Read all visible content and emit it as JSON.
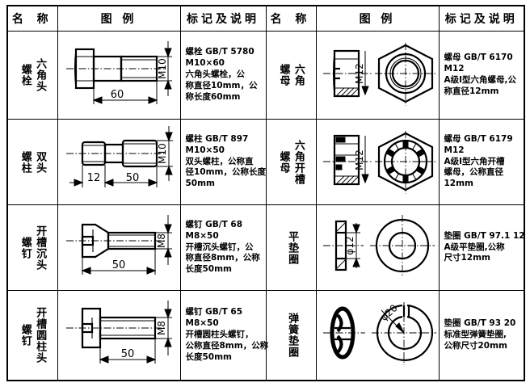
{
  "table": {
    "headers": {
      "name": "名 称",
      "figure": "图    例",
      "mark": "标记及说明"
    },
    "left_column": [
      {
        "name_col1": "六角头",
        "name_col2": "螺栓",
        "figure": {
          "type": "hex-head-bolt",
          "length_dim": "60",
          "thread_dim": "M10"
        },
        "mark_lines": [
          "螺栓 GB/T 5780",
          "M10×60",
          "六角头螺栓，公",
          "称直径10mm，公",
          "称长度60mm"
        ]
      },
      {
        "name_col1": "双头",
        "name_col2": "螺柱",
        "figure": {
          "type": "double-end-stud",
          "length_dim_1": "12",
          "length_dim_2": "50",
          "thread_dim": "M10"
        },
        "mark_lines": [
          "螺柱 GB/T 897",
          "M10×50",
          "双头螺柱，公称直",
          "径10mm，公称长度",
          "50mm"
        ]
      },
      {
        "name_col1": "开槽沉头",
        "name_col2": "螺钉",
        "figure": {
          "type": "slotted-countersunk-screw",
          "length_dim": "50",
          "thread_dim": "M8"
        },
        "mark_lines": [
          "螺钉 GB/T 68",
          "M8×50",
          "开槽沉头螺钉，公",
          "称直径8mm，公称",
          "长度50mm"
        ]
      },
      {
        "name_col1": "开槽圆柱头",
        "name_col2": "螺钉",
        "figure": {
          "type": "slotted-cheese-head-screw",
          "length_dim": "50",
          "thread_dim": "M8"
        },
        "mark_lines": [
          "螺钉 GB/T 65",
          "M8×50",
          "开槽圆柱头螺钉，",
          "公称直径8mm，公称",
          "长度50mm"
        ]
      }
    ],
    "right_column": [
      {
        "name_col1": "六角",
        "name_col2": "螺母",
        "figure": {
          "type": "hex-nut",
          "thread_dim": "M12"
        },
        "mark_lines": [
          "螺母 GB/T 6170",
          "M12",
          "A级I型六角螺母,公",
          "称直径12mm"
        ]
      },
      {
        "name_col1": "六角开槽",
        "name_col2": "螺母",
        "figure": {
          "type": "hex-slotted-nut",
          "thread_dim": "M12"
        },
        "mark_lines": [
          "螺母 GB/T 6179",
          "M12",
          "A级I型六角开槽",
          "螺母，公称直径",
          "12mm"
        ]
      },
      {
        "name_col1": "平垫圈",
        "name_col2": "",
        "figure": {
          "type": "plain-washer",
          "diameter_dim": "φ12"
        },
        "mark_lines": [
          "垫圈 GB/T 97.1 12",
          "A级平垫圈,公称",
          "尺寸12mm"
        ]
      },
      {
        "name_col1": "弹簧垫圈",
        "name_col2": "",
        "figure": {
          "type": "spring-washer",
          "diameter_dim": "φ20"
        },
        "mark_lines": [
          "垫圈 GB/T 93 20",
          "标准型弹簧垫圈,",
          "公称尺寸20mm"
        ]
      }
    ]
  },
  "colors": {
    "line": "#000000",
    "background": "#ffffff"
  }
}
